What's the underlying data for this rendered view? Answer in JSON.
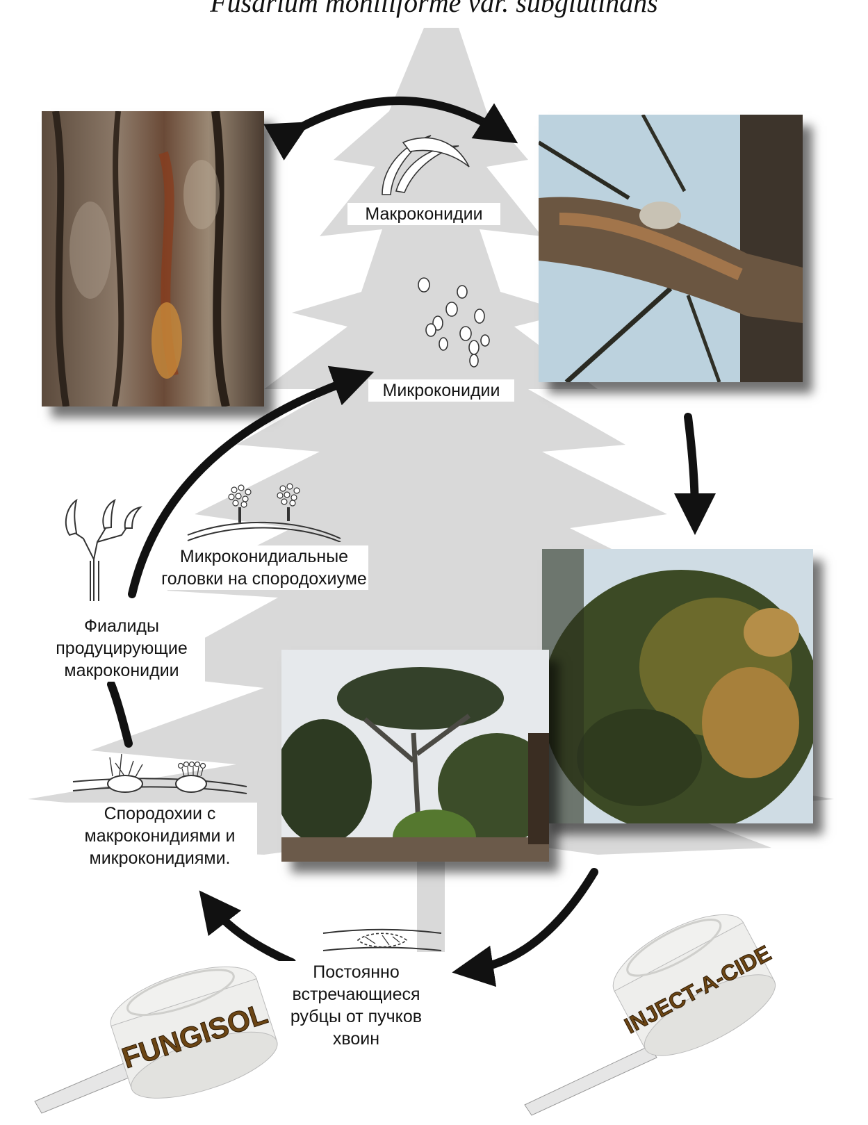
{
  "title": "Fusarium moniliforme var. subglutinans",
  "labels": {
    "macroconidia": "Макроконидии",
    "microconidia": "Микроконидии",
    "microconidial_heads": "Микроконидиальные головки на спородохиуме",
    "phialides": "Фиалиды продуцирующие макроконидии",
    "sporodochia": "Спородохии с макроконидиями и микроконидиями.",
    "scars": "Постоянно встречающиеся рубцы от пучков хвоин"
  },
  "products": {
    "left": "FUNGISOL",
    "right": "INJECT-A-CIDE"
  },
  "colors": {
    "arrow": "#111111",
    "tree_silhouette": "#d9d9d9",
    "product_label": "#6b4514"
  },
  "icons": [
    "macroconidia-icon",
    "microconidia-icon",
    "microconidial-heads-icon",
    "phialides-icon",
    "sporodochia-icon",
    "needle-scar-icon"
  ]
}
